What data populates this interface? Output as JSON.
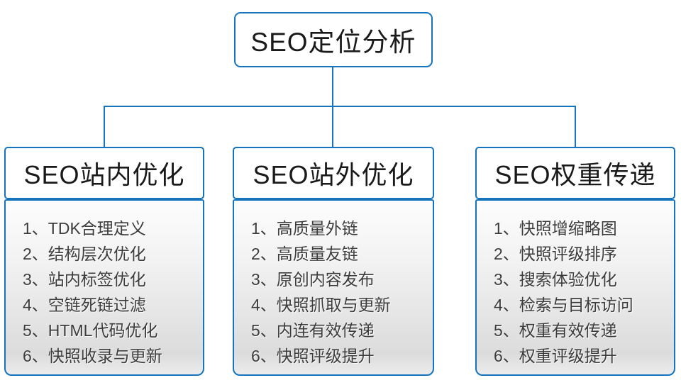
{
  "diagram": {
    "root": {
      "label": "SEO定位分析"
    },
    "branches": [
      {
        "title": "SEO站内优化",
        "items": [
          "1、TDK合理定义",
          "2、结构层次优化",
          "3、站内标签优化",
          "4、空链死链过滤",
          "5、HTML代码优化",
          "6、快照收录与更新"
        ]
      },
      {
        "title": "SEO站外优化",
        "items": [
          "1、高质量外链",
          "2、高质量友链",
          "3、原创内容发布",
          "4、快照抓取与更新",
          "5、内连有效传递",
          "6、快照评级提升"
        ]
      },
      {
        "title": "SEO权重传递",
        "items": [
          "1、快照增缩略图",
          "2、快照评级排序",
          "3、搜索体验优化",
          "4、检索与目标访问",
          "5、权重有效传递",
          "6、权重评级提升"
        ]
      }
    ],
    "colors": {
      "connector_line": "#1474be",
      "box_border": "#1474be",
      "header_text": "#1a1a1a",
      "item_text": "#3c3c3c",
      "list_gradient_top": "#fdfdfd",
      "list_gradient_bottom": "#dcdcdc",
      "background": "#ffffff"
    }
  }
}
